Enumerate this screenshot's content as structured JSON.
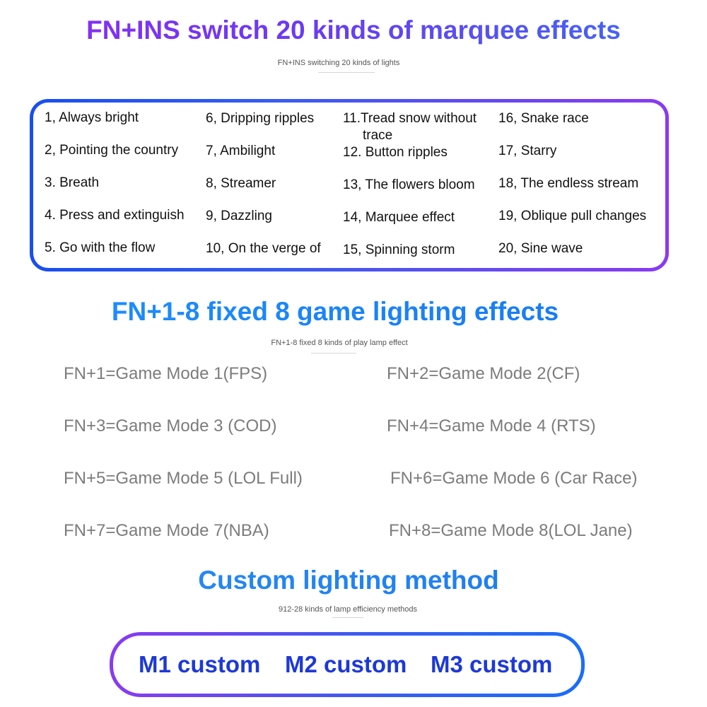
{
  "section1": {
    "title": "FN+INS switch 20 kinds of marquee effects",
    "subtitle": "FN+INS switching 20 kinds of lights",
    "effects": [
      "1, Always bright",
      "2, Pointing the country",
      "3. Breath",
      "4. Press and extinguish",
      "5. Go with the flow",
      "6, Dripping ripples",
      "7, Ambilight",
      "8, Streamer",
      "9, Dazzling",
      "10, On the verge of",
      "11.Tread snow without",
      "trace",
      "12. Button ripples",
      "13, The flowers bloom",
      "14, Marquee effect",
      "15, Spinning storm",
      "16, Snake race",
      "17, Starry",
      "18, The endless stream",
      "19, Oblique pull changes",
      "20, Sine wave"
    ]
  },
  "section2": {
    "title": "FN+1-8 fixed 8 game lighting effects",
    "subtitle": "FN+1-8 fixed 8 kinds of play lamp effect",
    "modes": [
      "FN+1=Game Mode 1(FPS)",
      "FN+2=Game Mode 2(CF)",
      "FN+3=Game Mode 3 (COD)",
      "FN+4=Game Mode 4 (RTS)",
      "FN+5=Game Mode 5 (LOL Full)",
      "FN+6=Game Mode 6 (Car Race)",
      "FN+7=Game Mode 7(NBA)",
      "FN+8=Game Mode 8(LOL Jane)"
    ]
  },
  "section3": {
    "title": "Custom lighting method",
    "subtitle": "912-28 kinds of lamp efficiency methods",
    "customs": [
      "M1 custom",
      "M2 custom",
      "M3 custom"
    ]
  },
  "colors": {
    "title_purple": "#8b2cf5",
    "title_blue": "#1e90ff",
    "border_blue": "#1a4ef0",
    "border_purple": "#8a3af0",
    "mode_gray": "#7c7c7c",
    "custom_blue": "#1d39d6"
  }
}
